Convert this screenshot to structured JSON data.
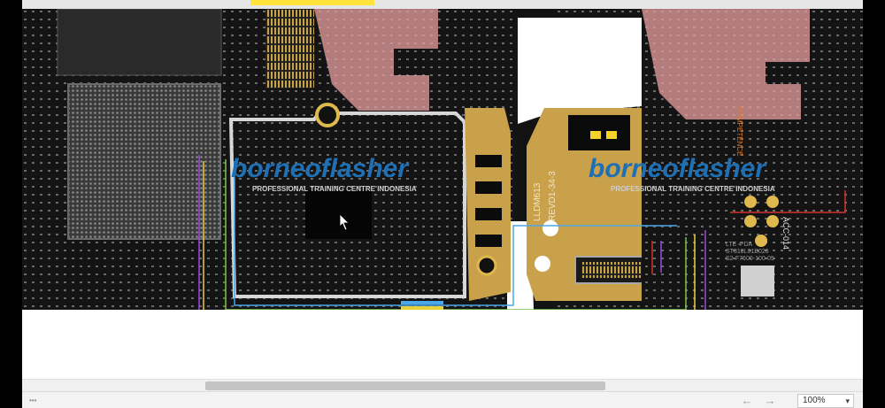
{
  "watermark": {
    "brand": "borneoflasher",
    "tagline": "PROFESSIONAL TRAINING CENTRE INDONESIA",
    "color_blue": "#1f6fb4",
    "color_orange": "#e8892a"
  },
  "board_labels": {
    "part_number": "LLDM613",
    "revision": "REVD1-34-3",
    "fcc_text": "ACC-014",
    "ic_text_line1": "LTE 4-DA",
    "ic_text_line2": "ST818L01B026",
    "ic_text_line3": "S2-F7600-100-05",
    "side_label": "COMPETENCE"
  },
  "trace_colors": {
    "blue": "#4aa8e8",
    "yellow": "#e8d23a",
    "green": "#7bc34a",
    "purple": "#9c4ad6",
    "red": "#d43030",
    "tan": "#c9a06a"
  },
  "viewer": {
    "zoom_label": "100%",
    "prev_icon": "arrow-left-icon",
    "next_icon": "arrow-right-icon",
    "prev_glyph": "←",
    "next_glyph": "→",
    "caret_glyph": "▾"
  }
}
